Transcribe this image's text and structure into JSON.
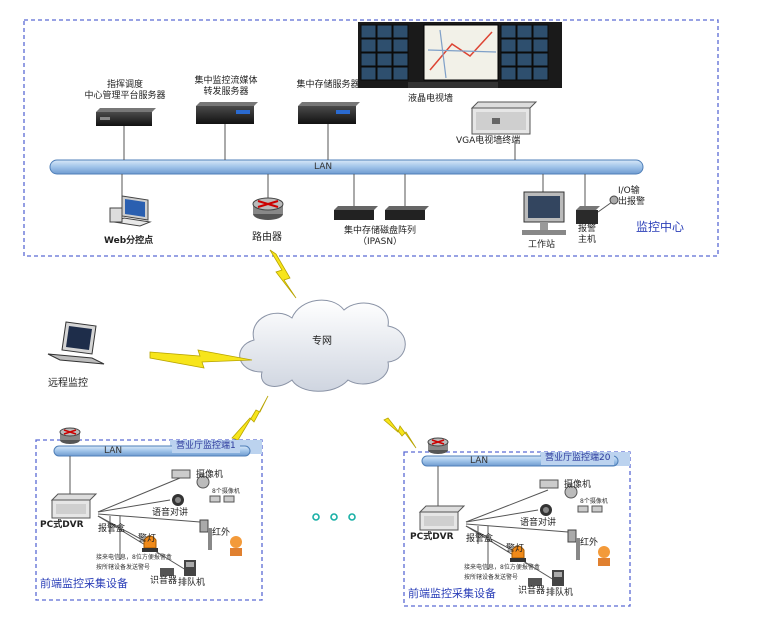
{
  "colors": {
    "frame_dash": "#5a6ad4",
    "lan_bar": "#9fc3e9",
    "lan_stroke": "#4f7fb8",
    "bolt": "#f7e51b",
    "bolt_stroke": "#b8a400",
    "center_label": "#2b3fb8",
    "tag_bg": "#bcd3ef",
    "cloud": "#e8ebf1"
  },
  "center": {
    "title": "监控中心",
    "lan": "LAN",
    "servers": [
      {
        "label_line1": "指挥调度",
        "label_line2": "中心管理平台服务器"
      },
      {
        "label_line1": "集中监控流媒体",
        "label_line2": "转发服务器"
      },
      {
        "label_line1": "集中存储服务器",
        "label_line2": ""
      }
    ],
    "lcd_wall": "液晶电视墙",
    "vga_terminal": "VGA电视墙终端",
    "web_client": "Web分控点",
    "router": "路由器",
    "storage_array_line1": "集中存储磁盘阵列",
    "storage_array_line2": "（IPASN）",
    "workstation": "工作站",
    "alarm_host_line1": "报警",
    "alarm_host_line2": "主机",
    "io_alarm_line1": "I/O输",
    "io_alarm_line2": "出报警"
  },
  "network": {
    "cloud_label": "专网",
    "remote_label": "远程监控",
    "ellipsis": "○ ○ ○"
  },
  "site1": {
    "tag": "营业厅监控端1",
    "lan": "LAN",
    "dvr": "PC式DVR",
    "camera": "摄像机",
    "cameras_note": "8个摄像机",
    "voice": "语音对讲",
    "alarm_box": "报警盒",
    "light": "警灯",
    "infrared": "红外",
    "queue_note1": "接来电信息，8位方便报警盒",
    "queue_note2": "按所辖设备发送警号",
    "recognizer": "识音器",
    "queue": "排队机",
    "footer": "前端监控采集设备"
  },
  "site2": {
    "tag": "营业厅监控端20",
    "lan": "LAN",
    "dvr": "PC式DVR",
    "camera": "摄像机",
    "cameras_note": "8个摄像机",
    "voice": "语音对讲",
    "alarm_box": "报警盒",
    "light": "警灯",
    "infrared": "红外",
    "queue_note1": "接来电信息，8位方便报警盒",
    "queue_note2": "按所辖设备发送警号",
    "recognizer": "识音器",
    "queue": "排队机",
    "footer": "前端监控采集设备"
  }
}
